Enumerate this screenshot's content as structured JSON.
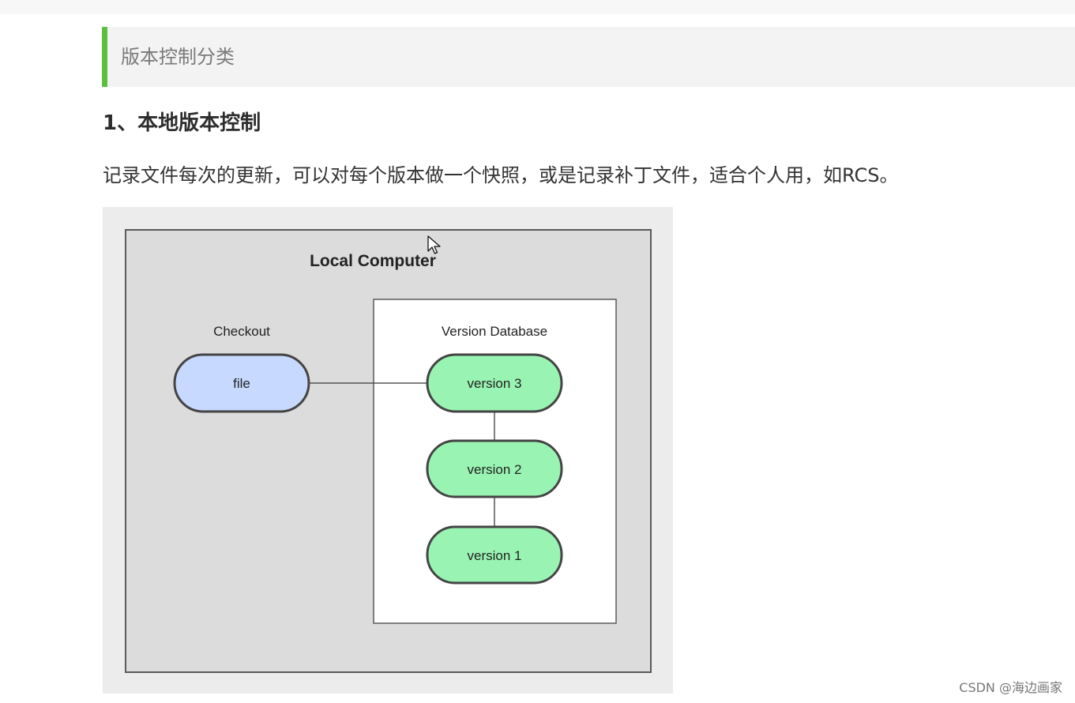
{
  "section_quote": {
    "text": "版本控制分类"
  },
  "heading": {
    "text": "1、本地版本控制"
  },
  "paragraph": {
    "text": "记录文件每次的更新，可以对每个版本做一个快照，或是记录补丁文件，适合个人用，如RCS。"
  },
  "diagram": {
    "outer_title": "Local Computer",
    "checkout_label": "Checkout",
    "file_label": "file",
    "db_label": "Version Database",
    "versions": [
      "version 3",
      "version 2",
      "version 1"
    ],
    "colors": {
      "file_fill": "#c7d9ff",
      "version_fill": "#99f4b3",
      "outer_fill": "#dcdcdc",
      "db_fill": "#ffffff"
    }
  },
  "watermark": {
    "text": "CSDN @海边画家"
  }
}
